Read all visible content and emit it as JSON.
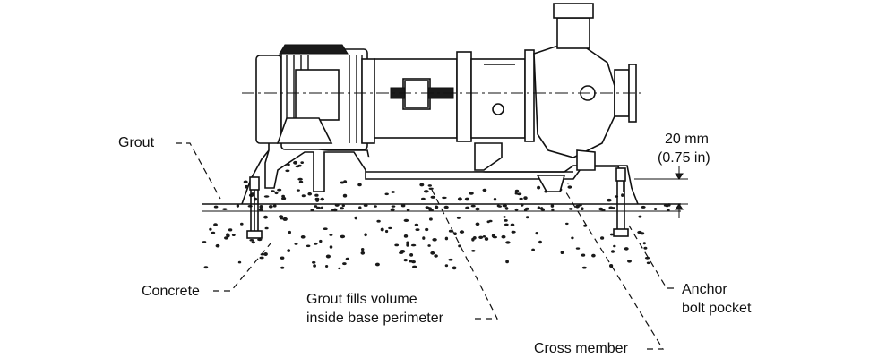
{
  "labels": {
    "grout": "Grout",
    "concrete": "Concrete",
    "grout_fills_line1": "Grout fills volume",
    "grout_fills_line2": "inside base perimeter",
    "cross_member": "Cross member",
    "anchor_line1": "Anchor",
    "anchor_line2": "bolt pocket",
    "dim_mm": "20 mm",
    "dim_in": "(0.75 in)"
  },
  "colors": {
    "ink": "#111111",
    "background": "#ffffff",
    "hatch": "#1a1a1a"
  }
}
